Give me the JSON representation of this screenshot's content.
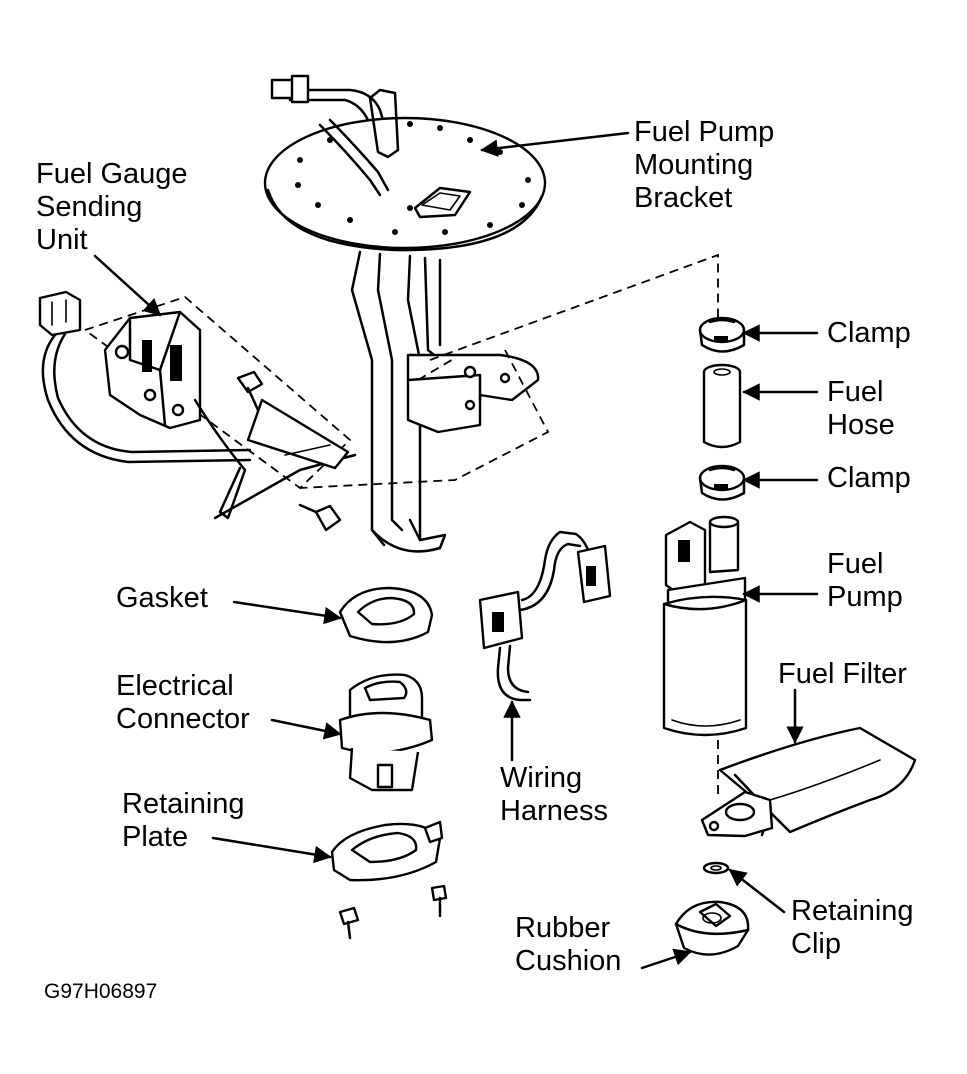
{
  "diagram": {
    "labels": {
      "fuel_pump_mounting_bracket": [
        "Fuel Pump",
        "Mounting",
        "Bracket"
      ],
      "fuel_gauge_sending_unit": [
        "Fuel Gauge",
        "Sending",
        "Unit"
      ],
      "clamp_upper": [
        "Clamp"
      ],
      "fuel_hose": [
        "Fuel",
        "Hose"
      ],
      "clamp_lower": [
        "Clamp"
      ],
      "fuel_pump": [
        "Fuel",
        "Pump"
      ],
      "fuel_filter": [
        "Fuel Filter"
      ],
      "gasket": [
        "Gasket"
      ],
      "electrical_connector": [
        "Electrical",
        "Connector"
      ],
      "wiring_harness": [
        "Wiring",
        "Harness"
      ],
      "retaining_plate": [
        "Retaining",
        "Plate"
      ],
      "retaining_clip": [
        "Retaining",
        "Clip"
      ],
      "rubber_cushion": [
        "Rubber",
        "Cushion"
      ]
    },
    "figure_code": "G97H06897"
  }
}
